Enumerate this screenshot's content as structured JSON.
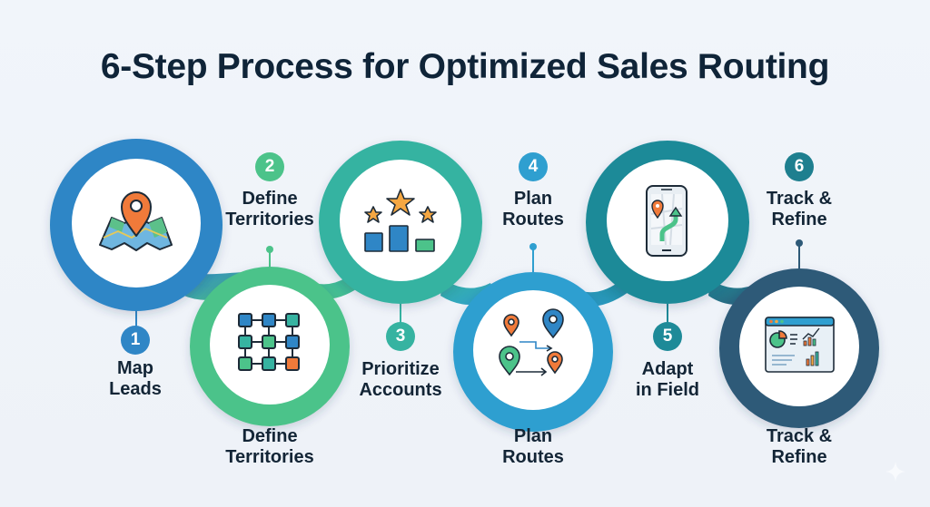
{
  "title": "6-Step Process for Optimized Sales Routing",
  "colors": {
    "background": "#eff3f9",
    "title": "#0f2438",
    "step1": "#2f86c6",
    "step2": "#4cc38a",
    "step3": "#36b3a1",
    "step4": "#2f9fd0",
    "step5": "#1e8a98",
    "step6": "#2e5a78",
    "accent_orange": "#f07a3a",
    "accent_star": "#f5a742"
  },
  "steps": [
    {
      "number": "1",
      "label_line1": "Map",
      "label_line2": "Leads",
      "icon": "map-pin-icon",
      "position": "top"
    },
    {
      "number": "2",
      "label_line1": "Define",
      "label_line2": "Territories",
      "icon": "territory-grid-icon",
      "position": "bottom",
      "caption_line1": "Define",
      "caption_line2": "Territories"
    },
    {
      "number": "3",
      "label_line1": "Prioritize",
      "label_line2": "Accounts",
      "icon": "star-ranking-icon",
      "position": "top"
    },
    {
      "number": "4",
      "label_line1": "Plan",
      "label_line2": "Routes",
      "icon": "route-pins-icon",
      "position": "bottom",
      "caption_line1": "Plan",
      "caption_line2": "Routes"
    },
    {
      "number": "5",
      "label_line1": "Adapt",
      "label_line2": "in Field",
      "icon": "mobile-navigation-icon",
      "position": "top"
    },
    {
      "number": "6",
      "label_line1": "Track &",
      "label_line2": "Refine",
      "icon": "analytics-dashboard-icon",
      "position": "bottom",
      "caption_line1": "Track &",
      "caption_line2": "Refine"
    }
  ]
}
